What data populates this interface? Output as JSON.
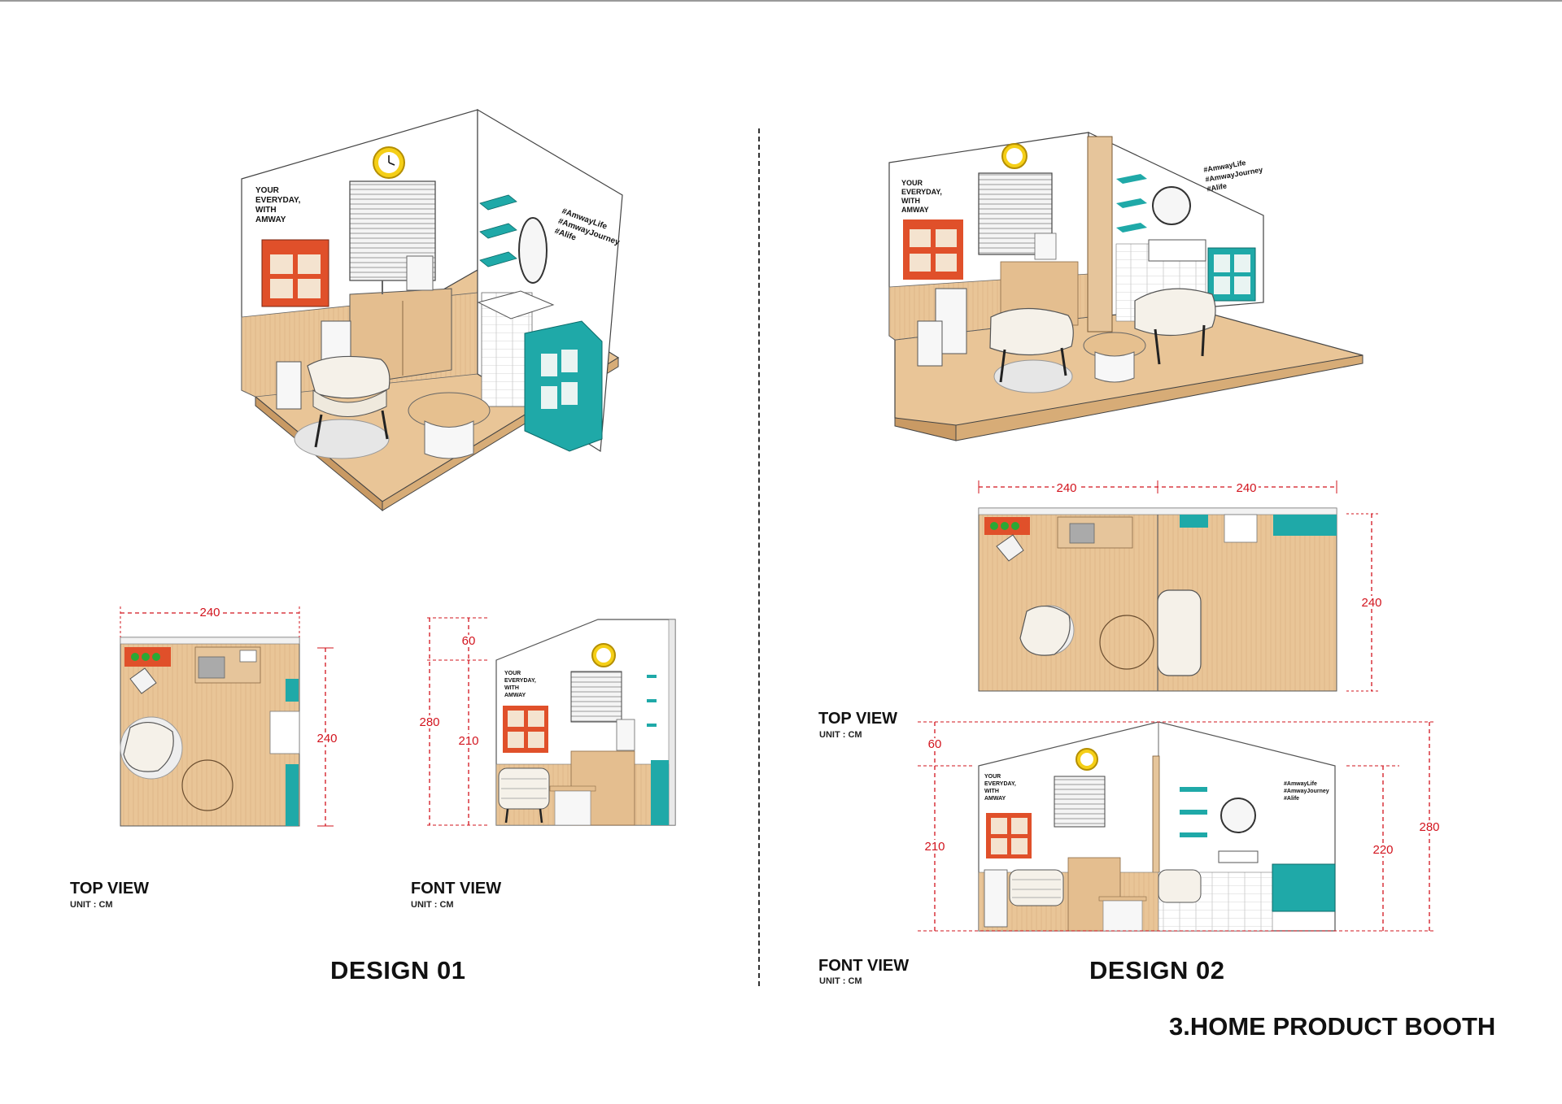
{
  "design01": {
    "title": "DESIGN 01",
    "wall_text": [
      "YOUR",
      "EVERYDAY,",
      "WITH",
      "AMWAY"
    ],
    "hashtags": [
      "#AmwayLife",
      "#AmwayJourney",
      "#Alife"
    ],
    "top_view": {
      "label": "TOP VIEW",
      "unit": "UNIT : CM",
      "width": "240",
      "depth": "240"
    },
    "front_view": {
      "label": "FONT VIEW",
      "unit": "UNIT : CM",
      "total": "280",
      "upper": "60",
      "lower": "210"
    }
  },
  "design02": {
    "title": "DESIGN 02",
    "wall_text": [
      "YOUR",
      "EVERYDAY,",
      "WITH",
      "AMWAY"
    ],
    "hashtags": [
      "#AmwayLife",
      "#AmwayJourney",
      "#Alife"
    ],
    "top_view": {
      "label": "TOP VIEW",
      "unit": "UNIT : CM",
      "width_left": "240",
      "width_right": "240",
      "depth": "240"
    },
    "front_view": {
      "label": "FONT VIEW",
      "unit": "UNIT : CM",
      "upper": "60",
      "lower": "210",
      "right_lower": "220",
      "total": "280"
    }
  },
  "booth_title": "3.HOME PRODUCT BOOTH",
  "colors": {
    "dimension": "#d2141e",
    "wood": "#e9c597",
    "teal": "#1fa9a8",
    "orange": "#e0502a",
    "clock": "#f5cf17"
  }
}
